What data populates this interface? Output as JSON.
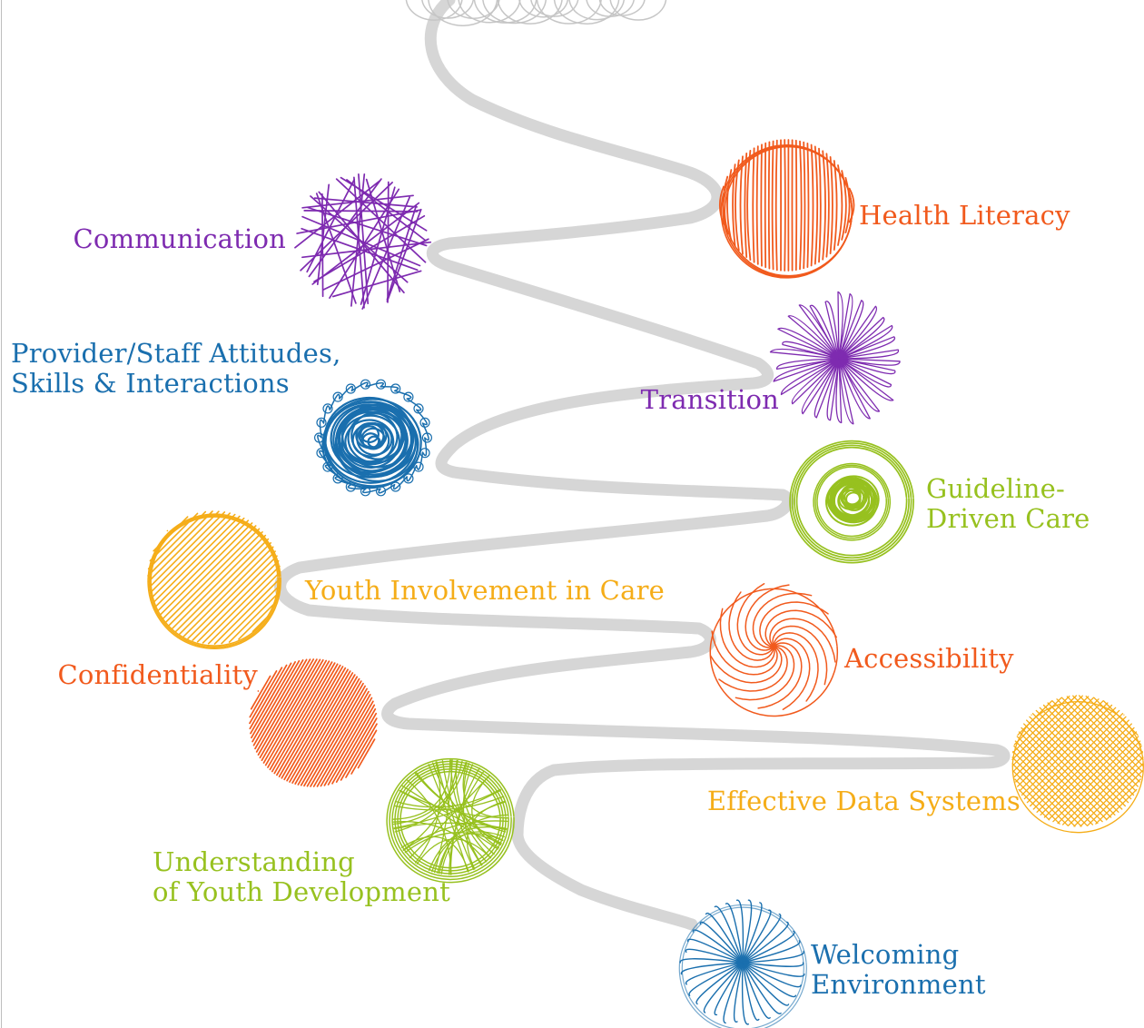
{
  "colors": {
    "path": "#d6d6d6",
    "top_scribble": "#c6c6c6",
    "purple": "#7e2bb0",
    "orange": "#f15a1d",
    "blue": "#1a6fae",
    "lime": "#97c11f",
    "gold": "#f5ad18",
    "frame": "#bdbdbd"
  },
  "nodes": {
    "communication": {
      "label": "Communication",
      "style": "tangle",
      "color": "#7e2bb0"
    },
    "health_literacy": {
      "label": "Health Literacy",
      "style": "vertical",
      "color": "#f15a1d"
    },
    "provider": {
      "lines": [
        "Provider/Staff Attitudes,",
        "Skills & Interactions"
      ],
      "style": "scallop",
      "color": "#1a6fae"
    },
    "transition": {
      "label": "Transition",
      "style": "burst",
      "color": "#7e2bb0"
    },
    "guideline": {
      "lines": [
        "Guideline-",
        "Driven Care"
      ],
      "style": "ring",
      "color": "#97c11f"
    },
    "youth_involvement": {
      "label": "Youth Involvement in Care",
      "style": "hatch",
      "color": "#f5ad18"
    },
    "accessibility": {
      "label": "Accessibility",
      "style": "swirl",
      "color": "#f15a1d"
    },
    "confidentiality": {
      "label": "Confidentiality",
      "style": "dense-hatch",
      "color": "#f15a1d"
    },
    "data_systems": {
      "label": "Effective Data Systems",
      "style": "crosshatch",
      "color": "#f5ad18"
    },
    "youth_development": {
      "lines": [
        "Understanding",
        "of Youth Development"
      ],
      "style": "web",
      "color": "#97c11f"
    },
    "welcoming": {
      "lines": [
        "Welcoming",
        "Environment"
      ],
      "style": "flower",
      "color": "#1a6fae"
    }
  }
}
